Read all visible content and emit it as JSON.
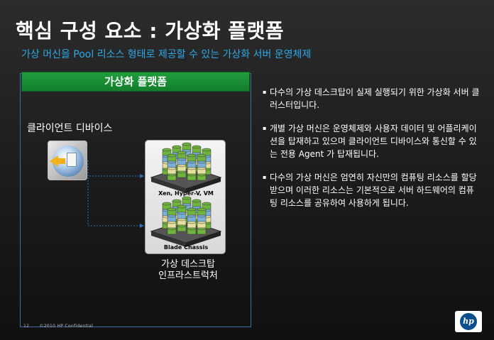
{
  "slide": {
    "title": "핵심 구성 요소 : 가상화 플랫폼",
    "subtitle": "가상 머신을 Pool 리소스 형태로 제공할 수 있는 가상화 서버 운영체제",
    "platform_header": "가상화 플랫폼",
    "client_label": "클라이언트 디바이스",
    "rack_top_label": "Xen, Hyper-V, VM",
    "rack_bottom_label": "Blade Chassis",
    "vd_label_line1": "가상 데스크탑",
    "vd_label_line2": "인프라스트럭처",
    "bullets": [
      "다수의 가상 데스크탑이 실제 실행되기 위한 가상화 서버 클러스터입니다.",
      "개별 가상 머신은 운영체제와 사용자 데이터 및 어플리케이션을 탑재하고 있으며 클라이언트 디바이스와 통신할 수 있는 전용 Agent 가 탑재됩니다.",
      "다수의 가상 머신은 엄연히 자신만의 컴퓨팅 리소스를 할당 받으며 이러한 리소스는 기본적으로 서버 하드웨어의 컴퓨팅 리소스를 공유하여 사용하게 됩니다."
    ],
    "footer_page": "12",
    "footer_text": "©2010 HP Confidential",
    "logo_text": "hp"
  },
  "colors": {
    "title": "#ffffff",
    "subtitle": "#2ea8e8",
    "platform_green": "#1f9e3c",
    "box_border": "#3b6fa6"
  },
  "icons": [
    "client-device-icon",
    "server-rack-icon",
    "hp-logo"
  ]
}
